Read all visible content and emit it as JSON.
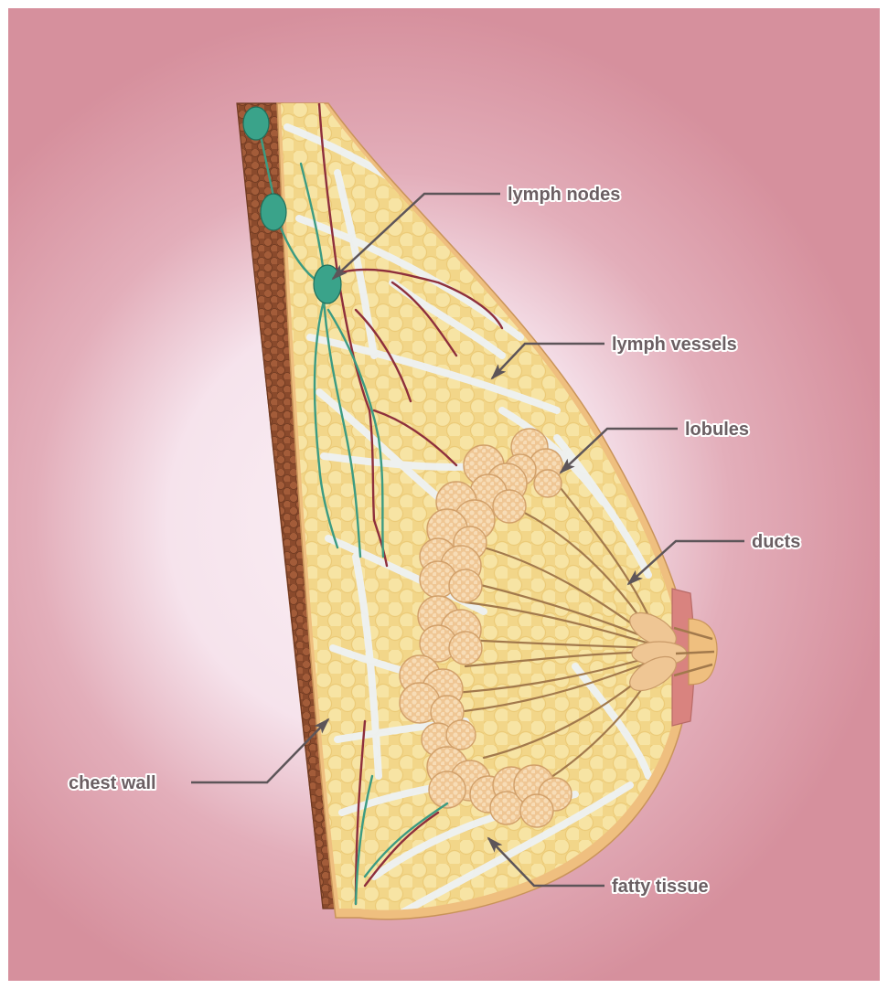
{
  "labels": {
    "lymph_nodes": "lymph nodes",
    "lymph_vessels": "lymph vessels",
    "lobules": "lobules",
    "ducts": "ducts",
    "chest_wall": "chest wall",
    "fatty_tissue": "fatty tissue"
  },
  "colors": {
    "background": "#d6909d",
    "glow": "#f6e6ee",
    "fat": "#f3d88a",
    "fat_cell": "#f7e4a6",
    "septa": "#f1f3f4",
    "skin": "#efbf7f",
    "muscle": "#8a4a2c",
    "lymph": "#3c9b82",
    "blood_vessel": "#8e2f3c",
    "lobule": "#efc694",
    "duct": "#a2794c",
    "leader_line": "#5d5559"
  }
}
